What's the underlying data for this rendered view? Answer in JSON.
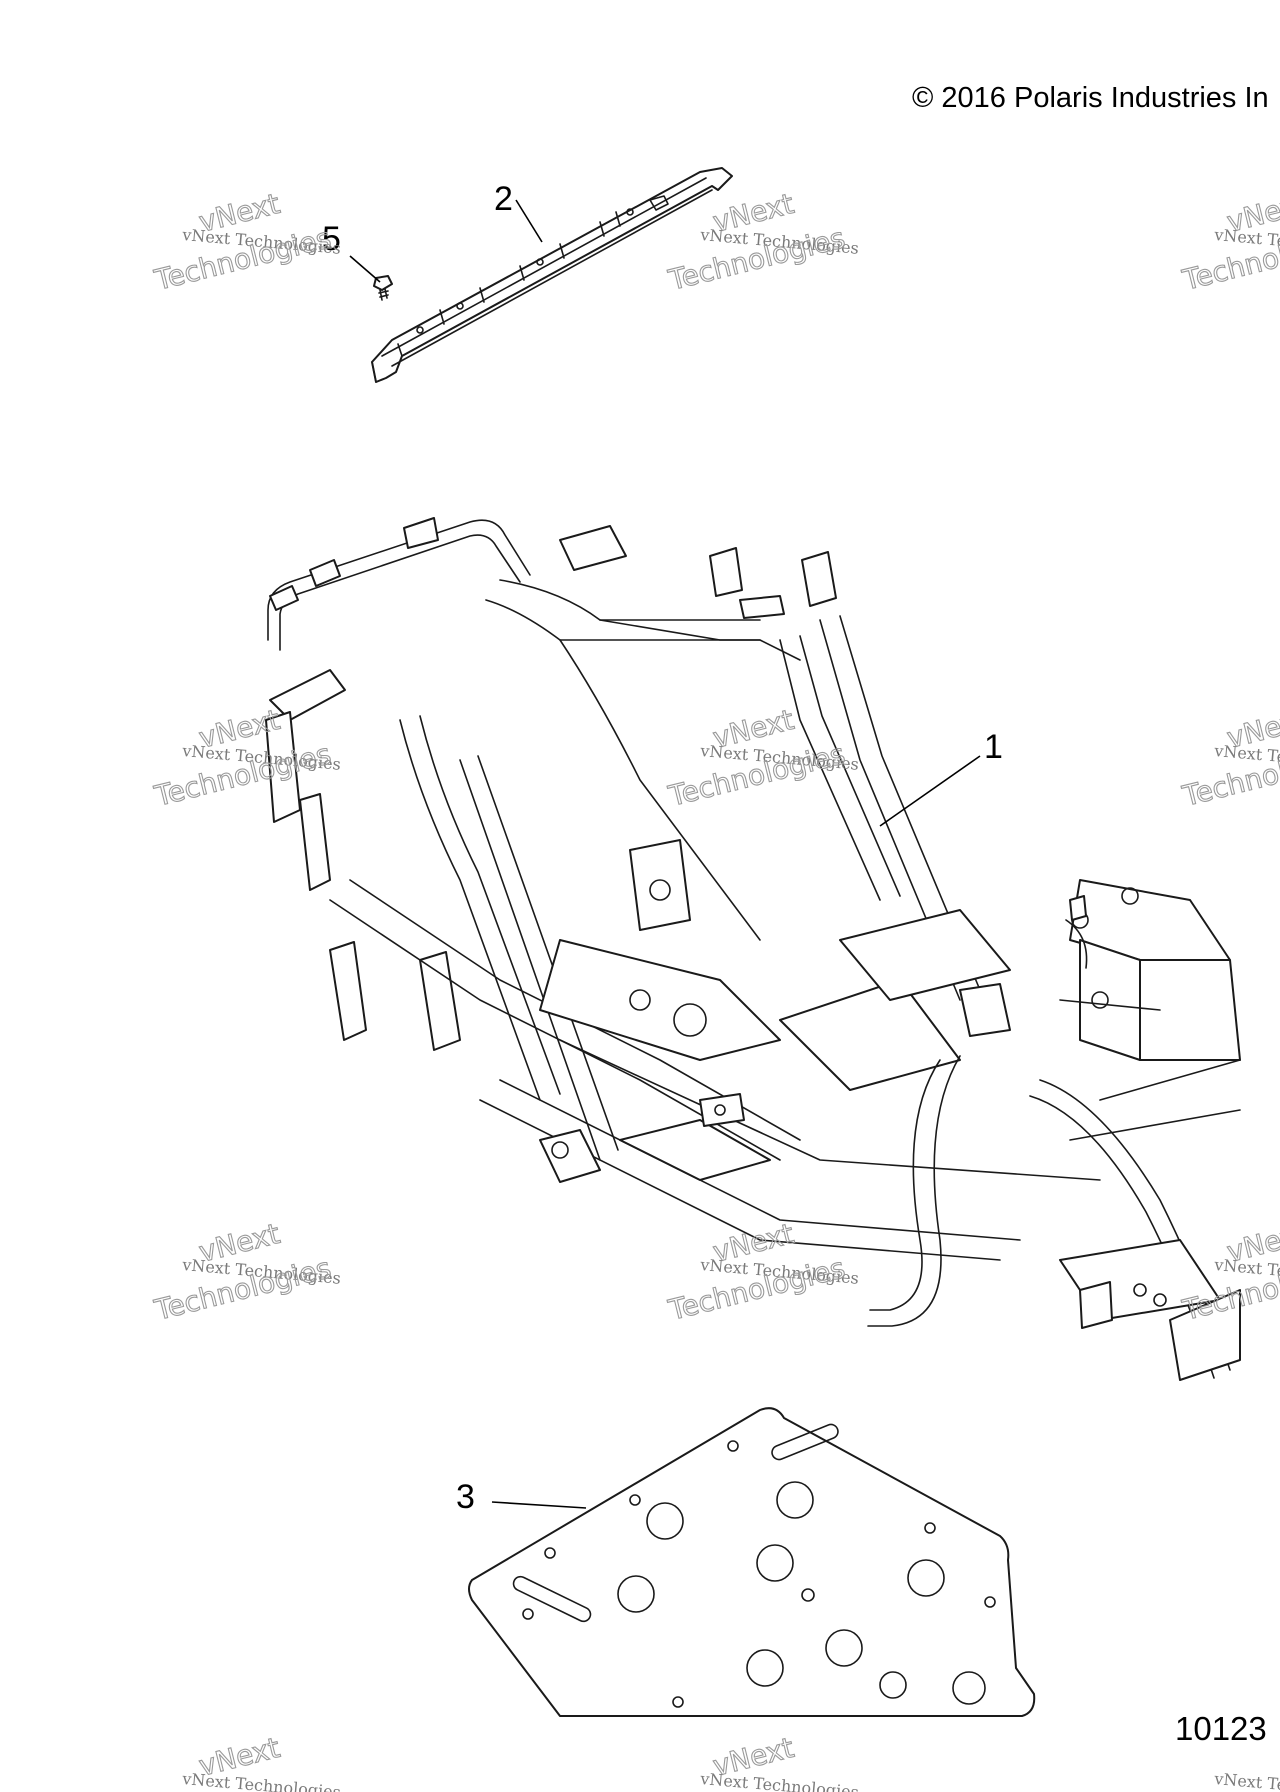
{
  "header": {
    "copyright": "© 2016 Polaris Industries In"
  },
  "footer": {
    "figure_id": "10123"
  },
  "callouts": [
    {
      "id": "1",
      "label": "1"
    },
    {
      "id": "2",
      "label": "2"
    },
    {
      "id": "3",
      "label": "3"
    },
    {
      "id": "5",
      "label": "5"
    }
  ],
  "watermark": {
    "line": "vNext Technologies",
    "word_top": "vNext",
    "word_bottom": "Technologies"
  },
  "colors": {
    "line": "#1a1a1a",
    "watermark": "#9a9a9a",
    "background": "#ffffff"
  }
}
